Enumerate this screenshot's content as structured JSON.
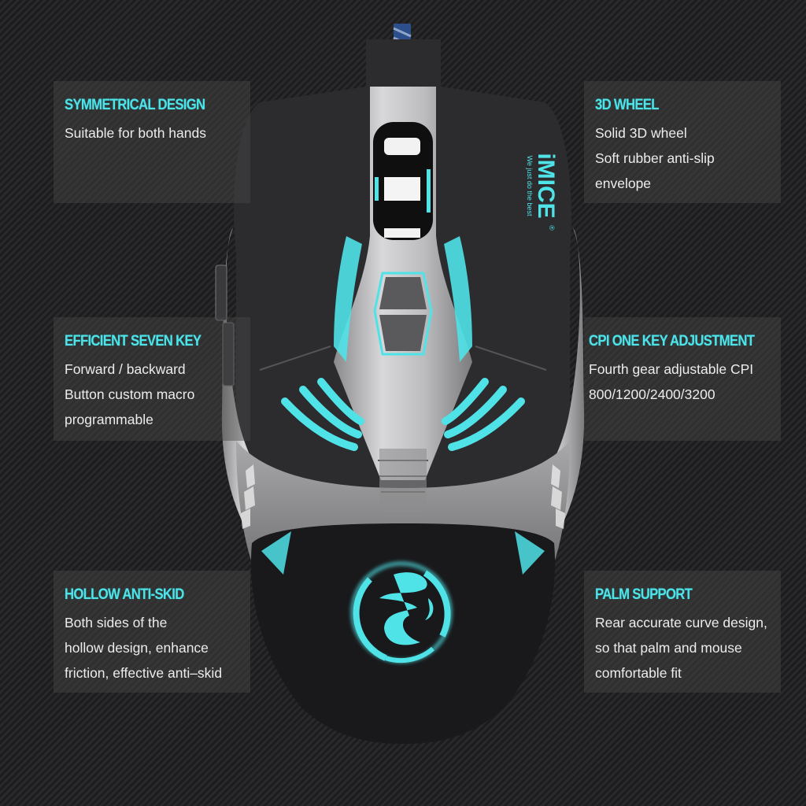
{
  "product": {
    "brand_logo": "iMICE",
    "brand_tagline": "We just do the best",
    "registered_mark": "®",
    "emblem": "dragon-emblem",
    "accent_color": "#4fe3e8",
    "body_color": "#2c2b2e",
    "trim_color": "#b9b9bb"
  },
  "features": [
    {
      "id": "symmetrical-design",
      "title": "SYMMETRICAL DESIGN",
      "lines": [
        "Suitable for both hands"
      ]
    },
    {
      "id": "3d-wheel",
      "title": "3D WHEEL",
      "lines": [
        "Solid 3D wheel",
        "Soft rubber anti-slip",
        "envelope"
      ]
    },
    {
      "id": "efficient-seven-key",
      "title": "EFFICIENT SEVEN KEY",
      "lines": [
        "Forward / backward",
        "Button custom macro",
        "programmable"
      ]
    },
    {
      "id": "cpi-one-key-adjustment",
      "title": "CPI ONE KEY ADJUSTMENT",
      "lines": [
        "Fourth gear adjustable CPI",
        "800/1200/2400/3200"
      ]
    },
    {
      "id": "hollow-anti-skid",
      "title": "HOLLOW ANTI-SKID",
      "lines": [
        "Both sides of the",
        "hollow design, enhance",
        "friction, effective anti–skid"
      ]
    },
    {
      "id": "palm-support",
      "title": "PALM SUPPORT",
      "lines": [
        "Rear accurate curve design,",
        "so that palm and mouse",
        "comfortable fit"
      ]
    }
  ]
}
